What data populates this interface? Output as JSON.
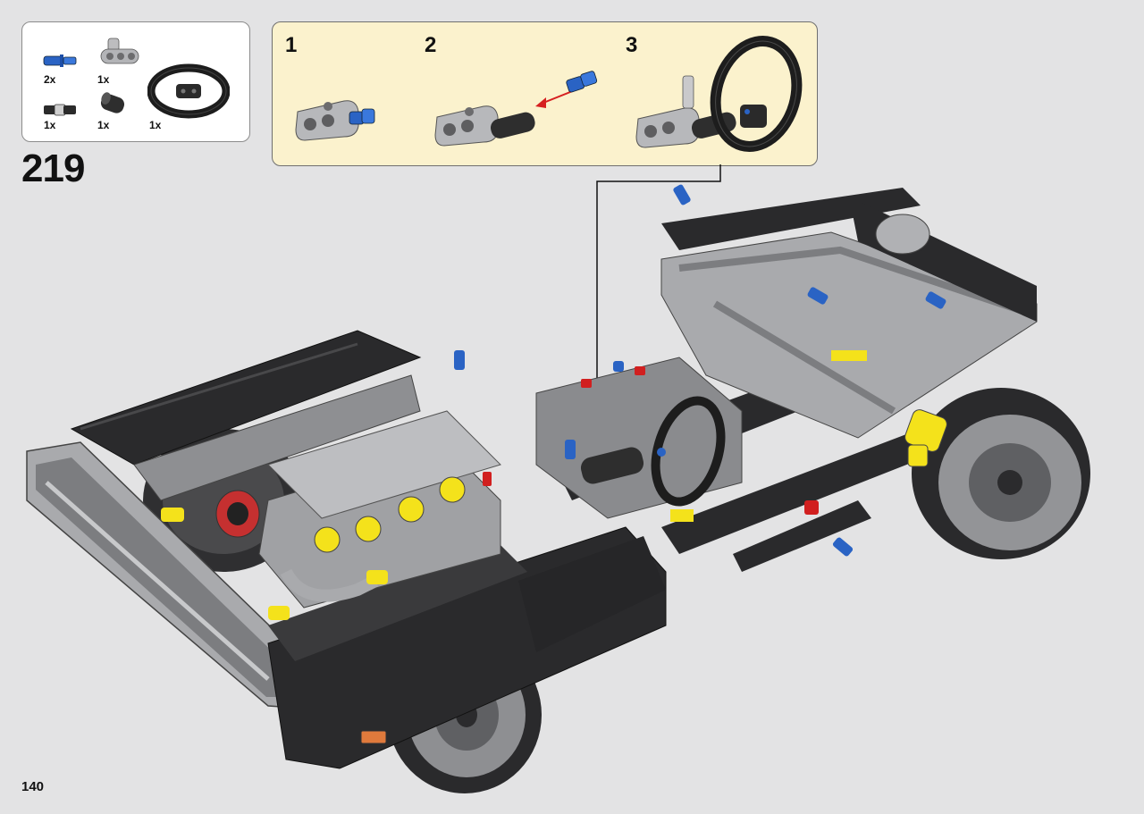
{
  "page": {
    "step_number": "219",
    "page_number": "140",
    "background_color": "#e3e3e4"
  },
  "parts_list": {
    "items": [
      {
        "name": "blue-axle-pin",
        "qty": "2x",
        "color": "#2a63c4"
      },
      {
        "name": "gray-liftarm-connector",
        "qty": "1x",
        "color": "#a9a9ab"
      },
      {
        "name": "black-axle-connector",
        "qty": "1x",
        "color": "#2b2b2b"
      },
      {
        "name": "black-bush",
        "qty": "1x",
        "color": "#2b2b2b"
      },
      {
        "name": "steering-wheel",
        "qty": "1x",
        "color": "#1f1f1f"
      }
    ]
  },
  "sub_steps": [
    {
      "number": "1"
    },
    {
      "number": "2"
    },
    {
      "number": "3"
    }
  ],
  "colors": {
    "sub_step_background": "#fbf2cd",
    "body_black": "#2a2a2c",
    "technic_gray": "#a9aaad",
    "accent_yellow": "#f4e21b",
    "accent_red": "#d11f1f",
    "pin_blue": "#2a63c4",
    "arrow_red": "#d62020"
  }
}
